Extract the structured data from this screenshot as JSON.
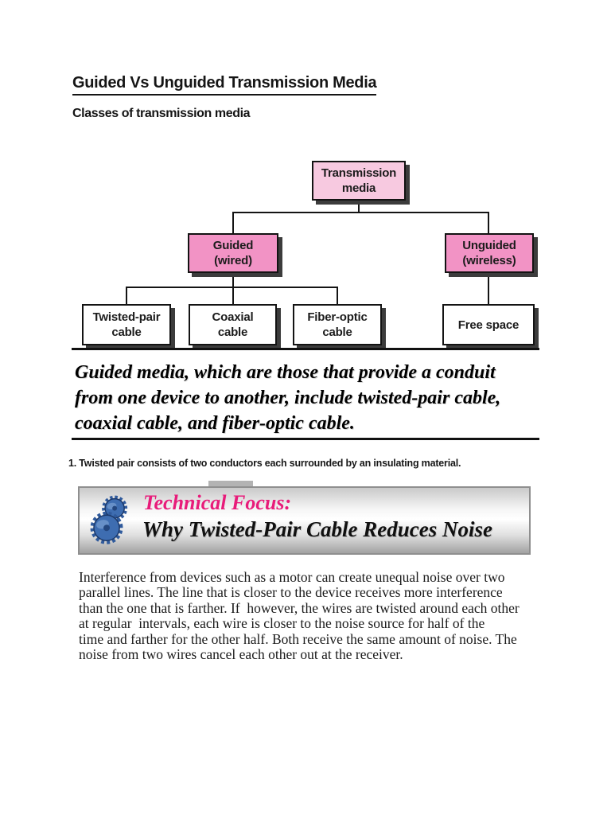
{
  "title": "Guided Vs Unguided Transmission Media",
  "subheading": "Classes of transmission media",
  "diagram": {
    "transmission": [
      "Transmission",
      "media"
    ],
    "guided": [
      "Guided",
      "(wired)"
    ],
    "unguided": [
      "Unguided",
      "(wireless)"
    ],
    "twisted_pair": [
      "Twisted-pair",
      "cable"
    ],
    "coaxial": [
      "Coaxial",
      "cable"
    ],
    "fiber_optic": [
      "Fiber-optic",
      "cable"
    ],
    "free_space": [
      "Free space"
    ]
  },
  "quote": {
    "lines": [
      "Guided media, which are those that provide a conduit",
      "from one device to another, include twisted-pair cable,",
      "coaxial cable, and fiber-optic cable."
    ]
  },
  "note": "1. Twisted pair consists of two conductors each surrounded by an insulating material.",
  "tech_focus": {
    "heading": "Technical Focus:",
    "subheading": "Why Twisted-Pair Cable Reduces Noise",
    "icon": "gears-icon"
  },
  "paragraph": {
    "lines": [
      "Interference from devices such as a motor can create unequal noise over two",
      "parallel lines. The line that is closer to the device receives more interference",
      "than the one that is farther. If  however, the wires are twisted around each other",
      "at regular  intervals, each wire is closer to the noise source for half of the",
      "time and farther for the other half. Both receive the same amount of noise. The",
      "noise from two wires cancel each other out at the receiver."
    ]
  },
  "colors": {
    "guided_pink": "#F293C5",
    "light_pink": "#F7C9E0",
    "focus_pink": "#E81B7A",
    "gear_blue": "#3E6DB1",
    "box_shadow": "#3C3C3C"
  }
}
